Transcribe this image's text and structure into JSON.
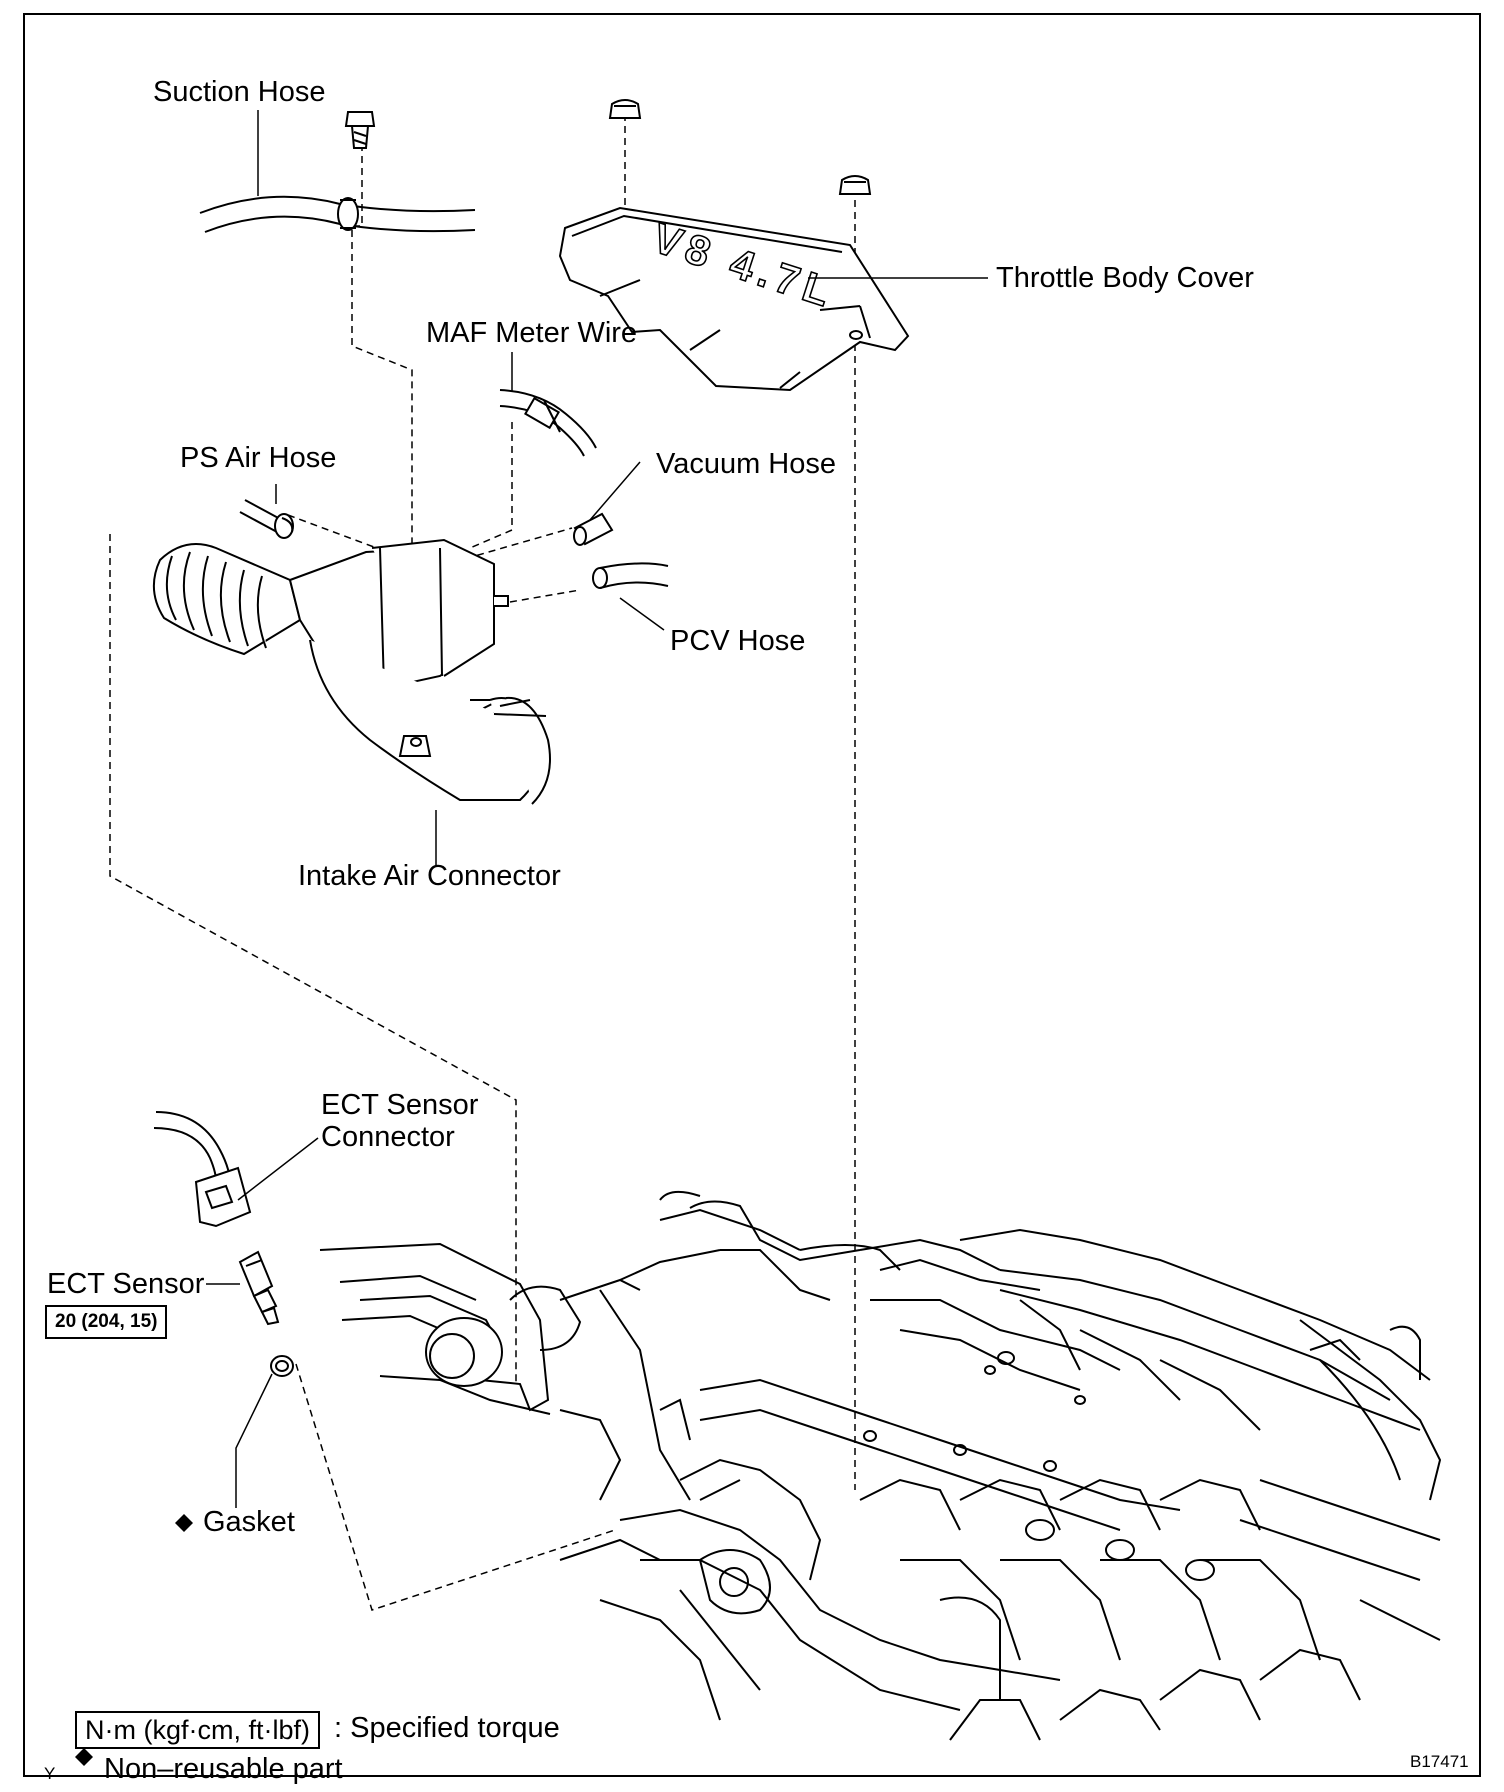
{
  "labels": {
    "suction_hose": "Suction Hose",
    "throttle_body_cover": "Throttle Body Cover",
    "maf_meter_wire": "MAF Meter Wire",
    "ps_air_hose": "PS Air Hose",
    "vacuum_hose": "Vacuum Hose",
    "pcv_hose": "PCV Hose",
    "intake_air_connector": "Intake Air Connector",
    "ect_sensor_connector_line1": "ECT Sensor",
    "ect_sensor_connector_line2": "Connector",
    "ect_sensor": "ECT Sensor",
    "ect_sensor_torque": "20 (204, 15)",
    "gasket": "Gasket",
    "cover_emblem": "V8 4.7L"
  },
  "legend": {
    "torque_unit": "N·m (kgf·cm, ft·lbf)",
    "torque_desc": ": Specified torque",
    "nonreusable_symbol": "◆",
    "nonreusable_desc": "Non–reusable part"
  },
  "footer": {
    "corner_mark": "Y",
    "figure_code": "B17471"
  },
  "icons": {
    "nonreusable": "diamond-icon"
  }
}
